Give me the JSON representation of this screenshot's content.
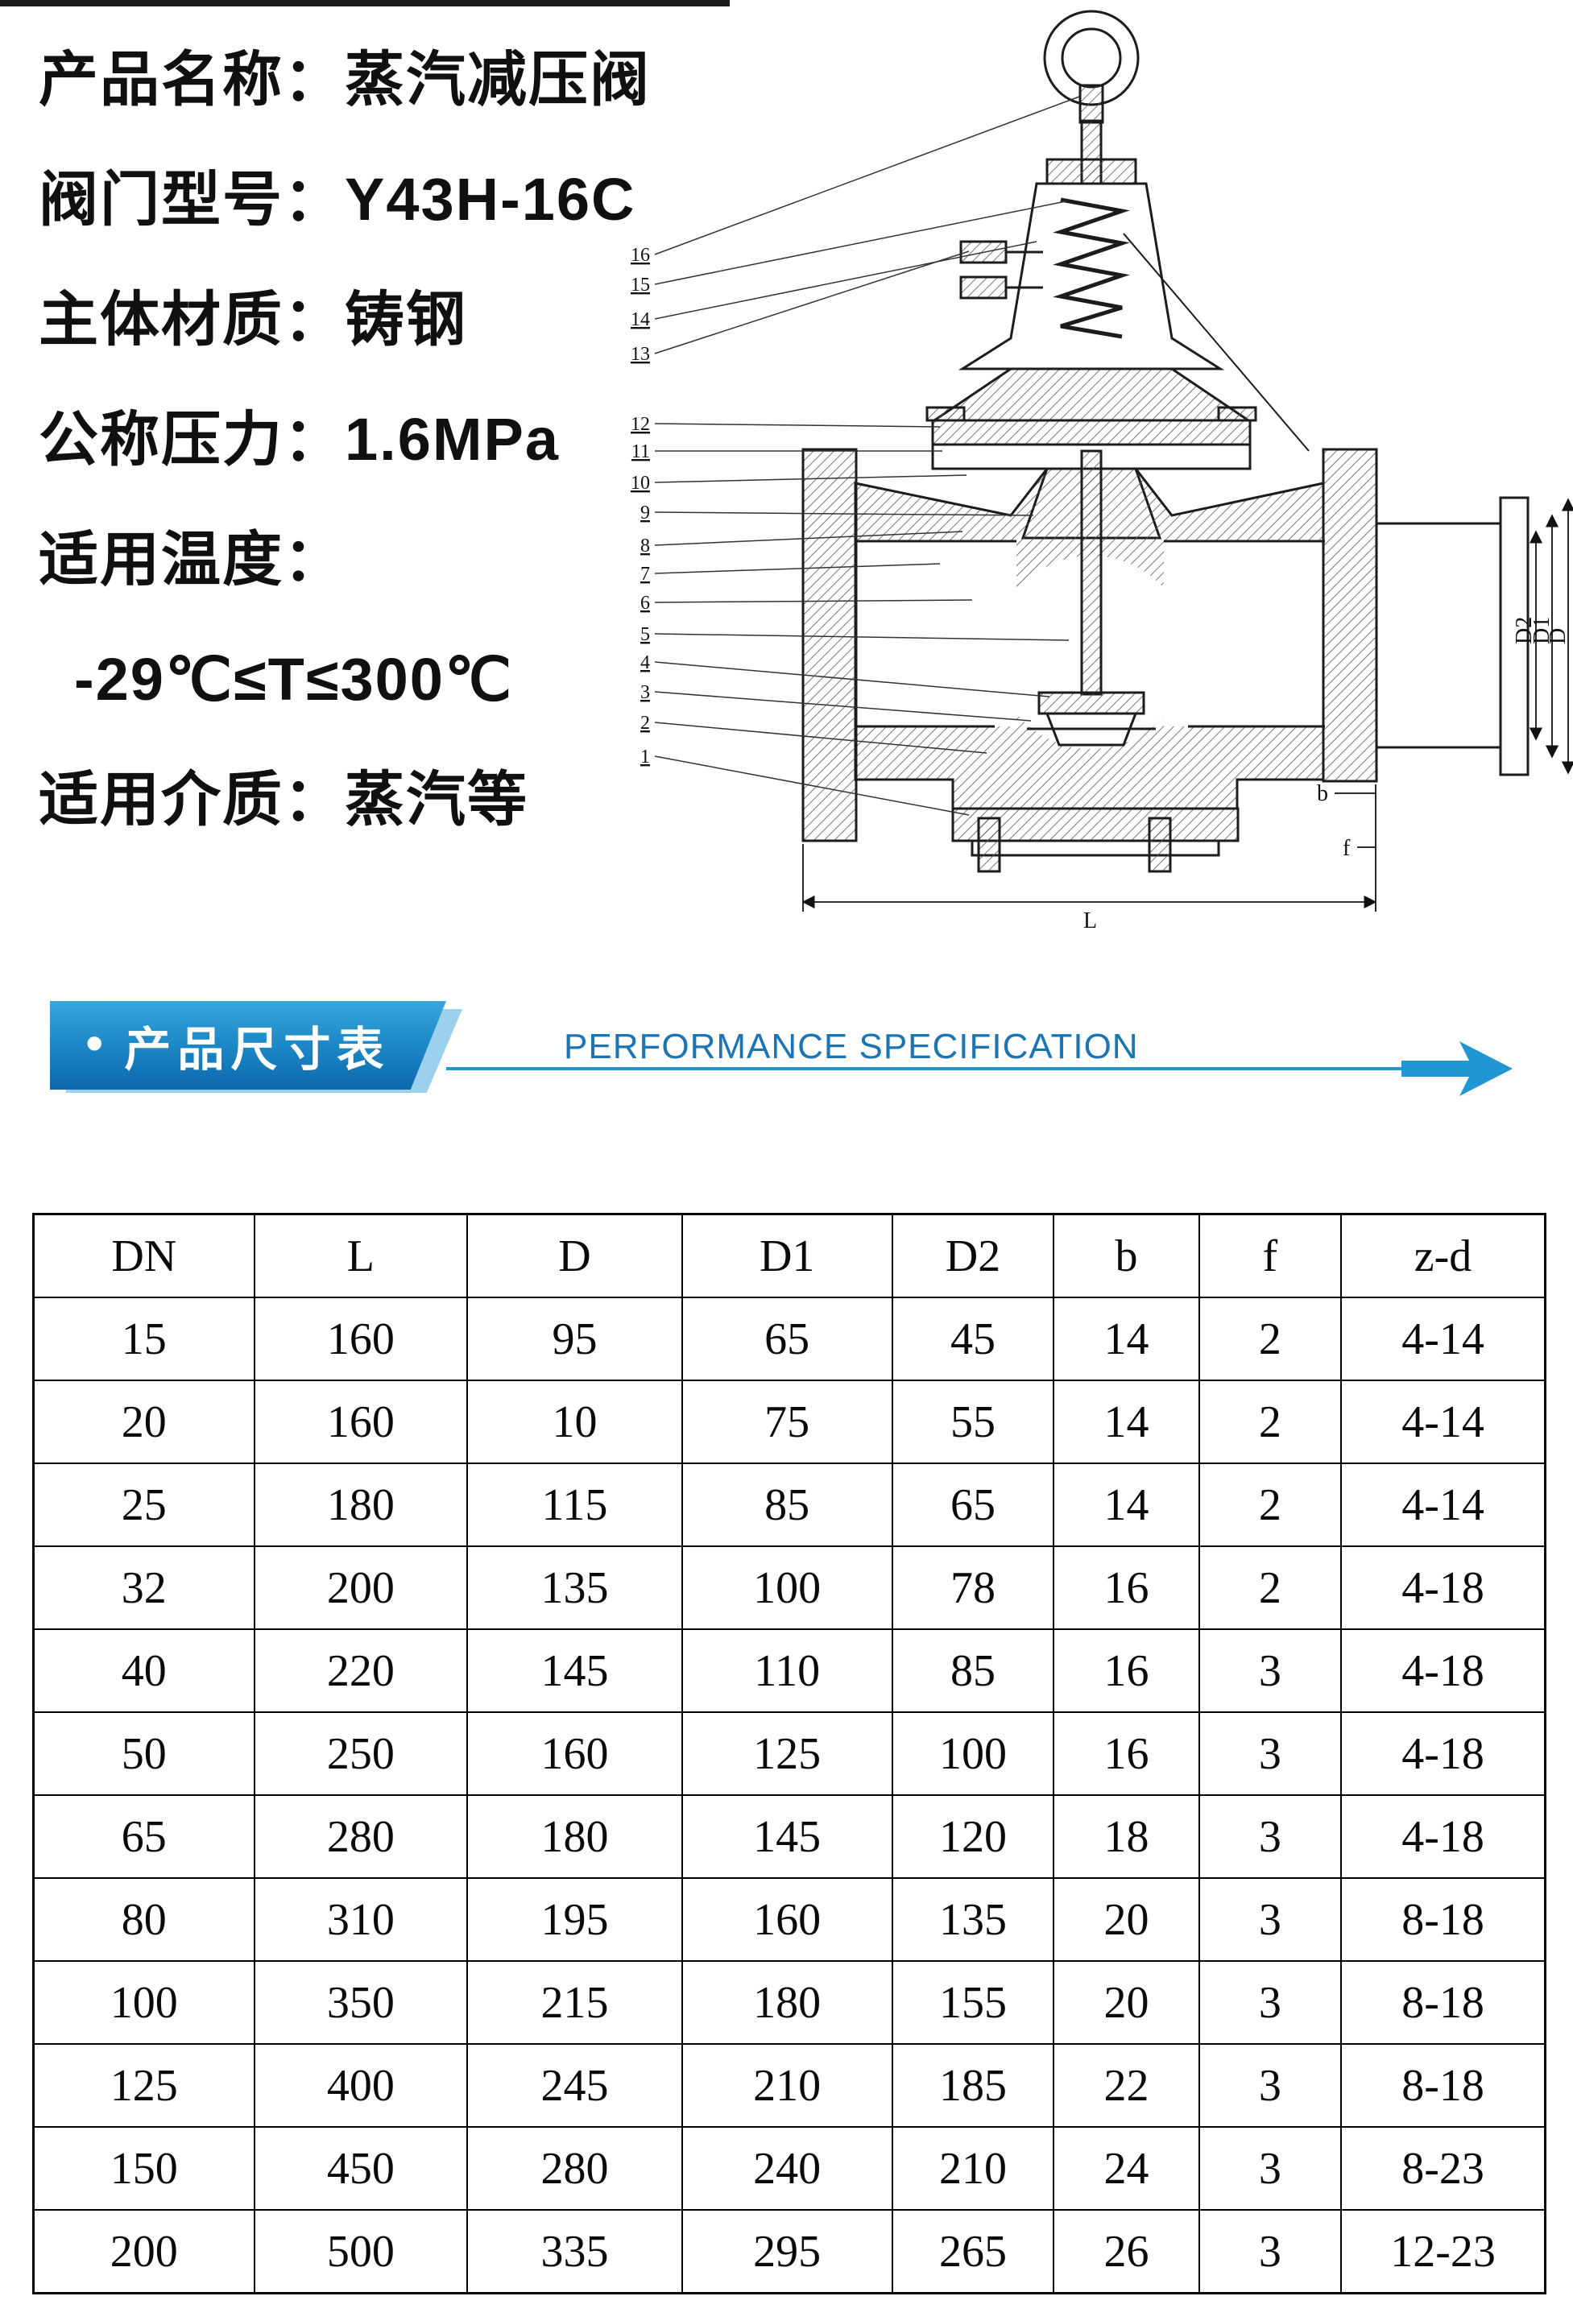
{
  "product_info": {
    "lines": [
      "产品名称：蒸汽减压阀",
      "阀门型号：Y43H-16C",
      "主体材质：铸钢",
      "公称压力：1.6MPa",
      "适用温度：",
      "-29℃≤T≤300℃",
      "适用介质：蒸汽等"
    ]
  },
  "banner": {
    "bullet": "•",
    "title": "产品尺寸表",
    "subtitle": "PERFORMANCE SPECIFICATION",
    "accent_color": "#1e8bc8",
    "subtitle_color": "#1b74b4"
  },
  "drawing": {
    "part_numbers": [
      "16",
      "15",
      "14",
      "13",
      "12",
      "11",
      "10",
      "9",
      "8",
      "7",
      "6",
      "5",
      "4",
      "3",
      "2",
      "1"
    ],
    "dim_labels": {
      "L": "L",
      "D": "D",
      "D1": "D1",
      "D2": "D2",
      "b": "b",
      "f": "f"
    }
  },
  "table": {
    "headers": [
      "DN",
      "L",
      "D",
      "D1",
      "D2",
      "b",
      "f",
      "z-d"
    ],
    "rows": [
      [
        "15",
        "160",
        "95",
        "65",
        "45",
        "14",
        "2",
        "4-14"
      ],
      [
        "20",
        "160",
        "10",
        "75",
        "55",
        "14",
        "2",
        "4-14"
      ],
      [
        "25",
        "180",
        "115",
        "85",
        "65",
        "14",
        "2",
        "4-14"
      ],
      [
        "32",
        "200",
        "135",
        "100",
        "78",
        "16",
        "2",
        "4-18"
      ],
      [
        "40",
        "220",
        "145",
        "110",
        "85",
        "16",
        "3",
        "4-18"
      ],
      [
        "50",
        "250",
        "160",
        "125",
        "100",
        "16",
        "3",
        "4-18"
      ],
      [
        "65",
        "280",
        "180",
        "145",
        "120",
        "18",
        "3",
        "4-18"
      ],
      [
        "80",
        "310",
        "195",
        "160",
        "135",
        "20",
        "3",
        "8-18"
      ],
      [
        "100",
        "350",
        "215",
        "180",
        "155",
        "20",
        "3",
        "8-18"
      ],
      [
        "125",
        "400",
        "245",
        "210",
        "185",
        "22",
        "3",
        "8-18"
      ],
      [
        "150",
        "450",
        "280",
        "240",
        "210",
        "24",
        "3",
        "8-23"
      ],
      [
        "200",
        "500",
        "335",
        "295",
        "265",
        "26",
        "3",
        "12-23"
      ]
    ]
  }
}
